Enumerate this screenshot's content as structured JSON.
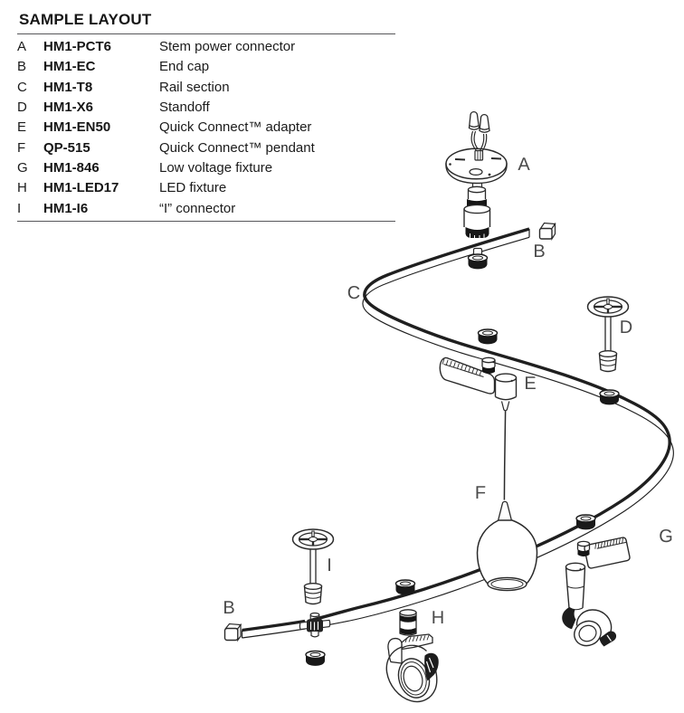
{
  "title": "SAMPLE LAYOUT",
  "legend_rows": [
    {
      "letter": "A",
      "part": "HM1-PCT6",
      "desc": "Stem power connector"
    },
    {
      "letter": "B",
      "part": "HM1-EC",
      "desc": "End cap"
    },
    {
      "letter": "C",
      "part": "HM1-T8",
      "desc": "Rail section"
    },
    {
      "letter": "D",
      "part": "HM1-X6",
      "desc": "Standoff"
    },
    {
      "letter": "E",
      "part": "HM1-EN50",
      "desc": "Quick Connect™ adapter"
    },
    {
      "letter": "F",
      "part": "QP-515",
      "desc": "Quick Connect™ pendant"
    },
    {
      "letter": "G",
      "part": "HM1-846",
      "desc": "Low voltage fixture"
    },
    {
      "letter": "H",
      "part": "HM1-LED17",
      "desc": "LED fixture"
    },
    {
      "letter": "I",
      "part": "HM1-I6",
      "desc": "“I” connector"
    }
  ],
  "labels": {
    "a": "A",
    "b_top": "B",
    "c": "C",
    "d": "D",
    "e": "E",
    "f": "F",
    "g": "G",
    "h": "H",
    "i": "I",
    "b_bottom": "B"
  }
}
